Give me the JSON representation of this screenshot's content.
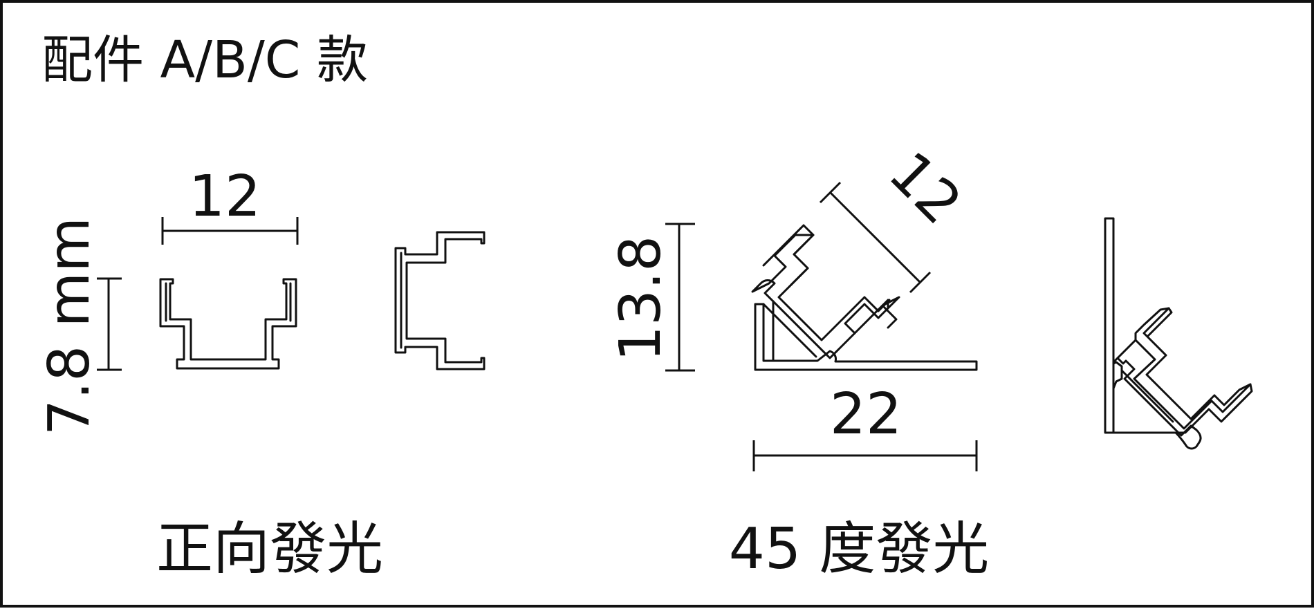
{
  "title": "配件 A/B/C 款",
  "front": {
    "caption": "正向發光",
    "width_label": "12",
    "height_label": "7.8 mm"
  },
  "angled": {
    "caption": "45 度發光",
    "diag_label": "12",
    "height_label": "13.8",
    "width_label": "22"
  },
  "colors": {
    "line": "#111111",
    "background": "#ffffff"
  }
}
